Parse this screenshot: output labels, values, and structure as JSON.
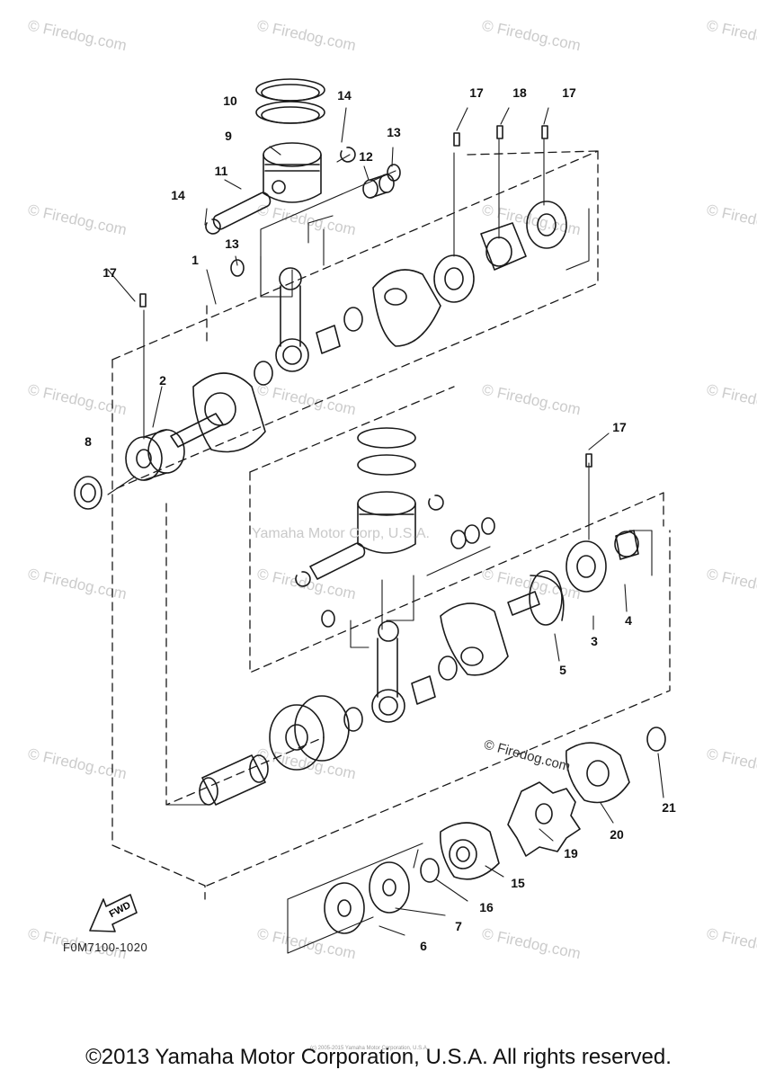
{
  "watermark": "© Firedog.com",
  "center_watermark": "Yamaha Motor Corp, U.S.A.",
  "firedog_mark": "© Firedog.com",
  "fwd_label": "FWD",
  "figure_code": "F0M7100-1020",
  "small_note": "(c) 2005-2015 Yamaha Motor Corporation, U.S.A.",
  "copyright": "©2013 Yamaha Motor Corporation, U.S.A. All rights reserved.",
  "callouts": [
    "1",
    "2",
    "3",
    "4",
    "5",
    "6",
    "7",
    "8",
    "9",
    "10",
    "11",
    "12",
    "13",
    "13",
    "14",
    "14",
    "15",
    "16",
    "17",
    "17",
    "17",
    "17",
    "18",
    "19",
    "20",
    "21"
  ],
  "colors": {
    "line": "#1a1a1a",
    "watermark": "#cccccc"
  }
}
